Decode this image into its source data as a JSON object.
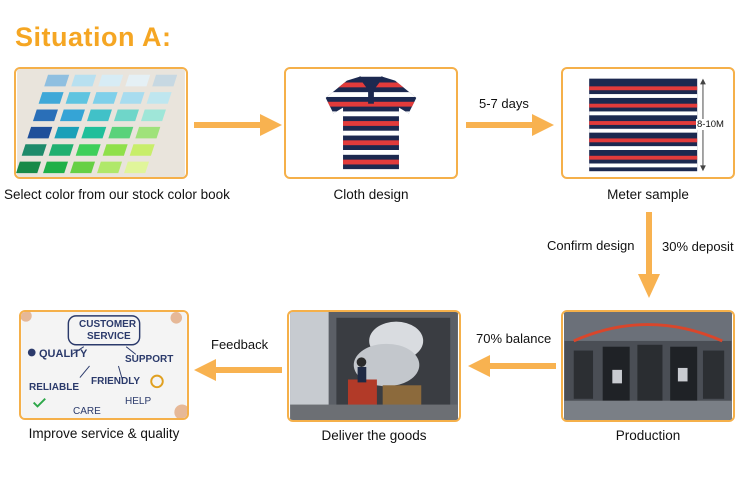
{
  "title": "Situation A:",
  "colors": {
    "accent": "#f5a623",
    "border": "#f5b04a",
    "arrow": "#f8b250"
  },
  "steps": [
    {
      "id": "color-book",
      "caption": "Select color from our stock color book"
    },
    {
      "id": "cloth-design",
      "caption": "Cloth design"
    },
    {
      "id": "meter-sample",
      "caption": "Meter sample",
      "dimension_label": "8-10M"
    },
    {
      "id": "production",
      "caption": "Production"
    },
    {
      "id": "deliver",
      "caption": "Deliver the goods"
    },
    {
      "id": "improve",
      "caption": "Improve service & quality"
    }
  ],
  "arrows": {
    "design_to_sample": "5-7 days",
    "confirm": "Confirm design",
    "deposit": "30% deposit",
    "balance": "70% balance",
    "feedback": "Feedback"
  },
  "service_words": {
    "customer": "CUSTOMER",
    "service": "SERVICE",
    "quality": "QUALITY",
    "support": "SUPPORT",
    "reliable": "RELIABLE",
    "friendly": "FRIENDLY",
    "care": "CARE",
    "help": "HELP"
  }
}
